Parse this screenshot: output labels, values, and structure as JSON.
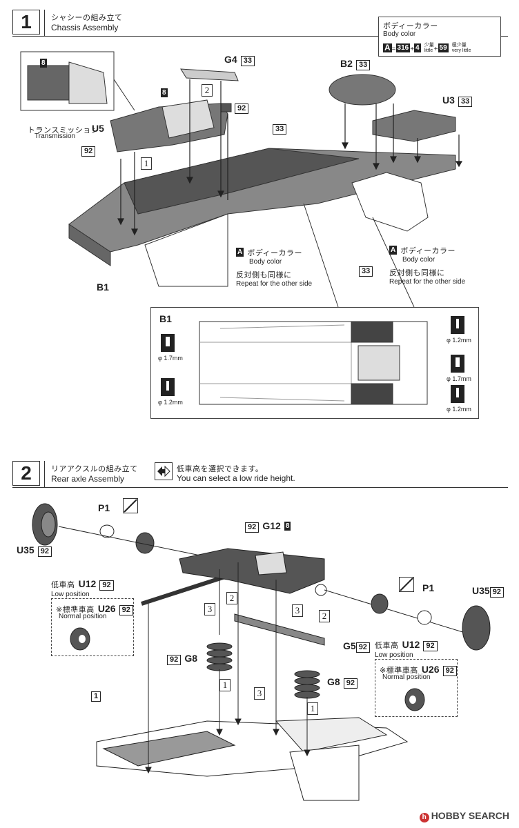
{
  "step1": {
    "number": "1",
    "title_jp": "シャシーの組み立て",
    "title_en": "Chassis Assembly",
    "colorbox": {
      "title_jp": "ボディーカラー",
      "title_en": "Body color",
      "code_letter": "A",
      "eq": "=",
      "c1": "316",
      "plus1": "+",
      "c2": "4",
      "c2_jp": "少量",
      "c2_en": "little",
      "plus2": "+",
      "c3": "59",
      "c3_jp": "極少量",
      "c3_en": "very little"
    },
    "parts": {
      "p8a": "8",
      "p8b": "8",
      "g4": "G4",
      "g4_col": "33",
      "b2": "B2",
      "b2_col": "33",
      "u3": "U3",
      "u3_col": "33",
      "u5": "U5",
      "u5_jp": "トランスミッション",
      "u5_en": "Transmission",
      "col92a": "92",
      "col92b": "92",
      "col33a": "33",
      "col33b": "33",
      "seq1": "1",
      "seq2": "2",
      "b1": "B1"
    },
    "note_left": {
      "letter": "A",
      "jp": "ボディーカラー",
      "en": "Body color",
      "repeat_jp": "反対側も同様に",
      "repeat_en": "Repeat for the other side"
    },
    "note_right": {
      "letter": "A",
      "jp": "ボディーカラー",
      "en": "Body color",
      "repeat_jp": "反対側も同様に",
      "repeat_en": "Repeat for the other side"
    },
    "inset": {
      "label": "B1",
      "drills": [
        "φ 1.7mm",
        "φ 1.2mm",
        "φ 1.2mm",
        "φ 1.7mm",
        "φ 1.2mm"
      ]
    }
  },
  "step2": {
    "number": "2",
    "title_jp": "リアアクスルの組み立て",
    "title_en": "Rear axle Assembly",
    "note_jp": "低車高を選択できます。",
    "note_en": "You can select a low ride height.",
    "parts": {
      "u35l": "U35",
      "u35l_col": "92",
      "p1l": "P1",
      "u12l_jp": "低車高",
      "u12l": "U12",
      "u12l_col": "92",
      "u12l_en": "Low position",
      "u26l_jp": "※標準車高",
      "u26l": "U26",
      "u26l_col": "92",
      "u26l_en": "Normal position",
      "g12": "G12",
      "g12_col": "92",
      "g12_col2": "8",
      "g8l": "G8",
      "g8l_col": "92",
      "g8r": "G8",
      "g8r_col": "92",
      "g5": "G5",
      "g5_col": "92",
      "u35r": "U35",
      "u35r_col": "92",
      "p1r": "P1",
      "u12r_jp": "低車高",
      "u12r": "U12",
      "u12r_col": "92",
      "u12r_en": "Low position",
      "u26r_jp": "※標準車高",
      "u26r": "U26",
      "u26r_col": "92",
      "u26r_en": "Normal position",
      "sub1": "1",
      "seq1a": "1",
      "seq1b": "1",
      "seq2a": "2",
      "seq2b": "2",
      "seq3a": "3",
      "seq3b": "3",
      "seq3c": "3"
    }
  },
  "watermark": "HOBBY SEARCH",
  "colors": {
    "ink": "#222222",
    "shade": "#555555",
    "paper": "#ffffff",
    "accent": "#cc3333"
  }
}
